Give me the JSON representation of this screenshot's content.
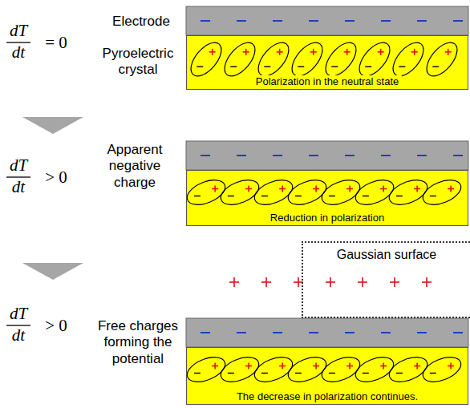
{
  "diagram": {
    "nodes": [
      {
        "text": [
          "Polarization in the neutral state"
        ]
      },
      {
        "text": [
          "Reduction in polarization"
        ]
      },
      {
        "text": [
          "The decrease in polarization continues."
        ]
      },
      {
        "text": [
          "Gaussian surface"
        ]
      }
    ],
    "labels": [
      "dT",
      "dt",
      "= 0",
      "dT",
      "dt",
      "> 0",
      "dT",
      "dt",
      "> 0",
      "Electrode",
      "Pyroelectric crystal",
      "Apparent negative charge",
      "Free charges forming the potential"
    ]
  }
}
